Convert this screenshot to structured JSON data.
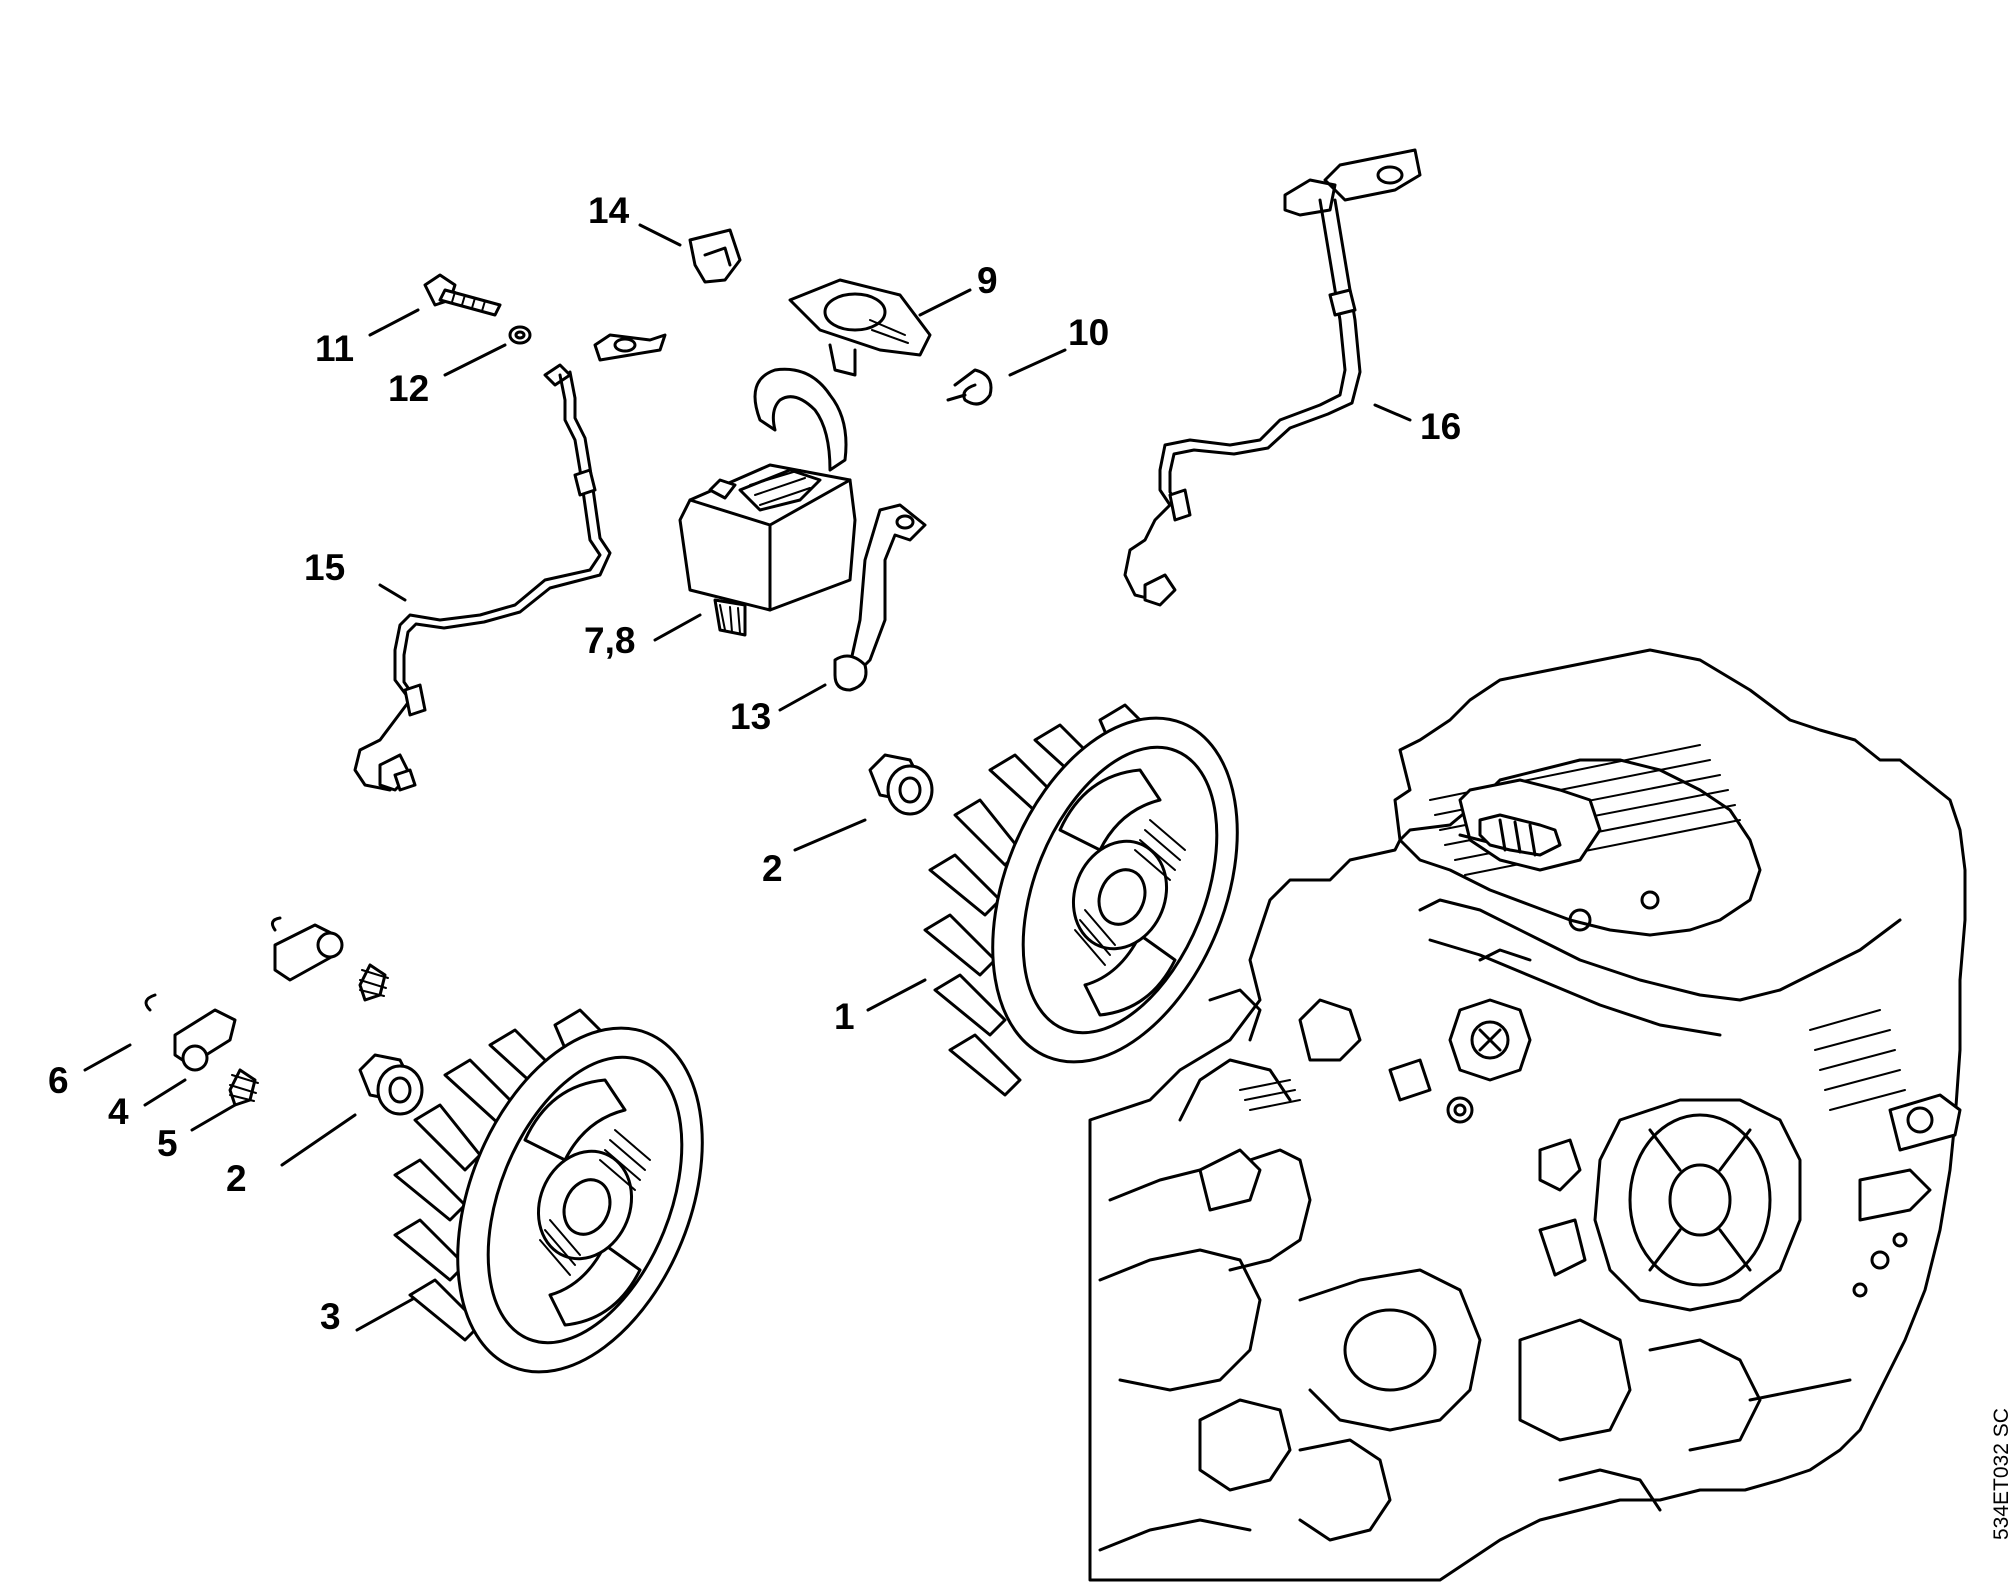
{
  "callouts": {
    "c1": "1",
    "c2a": "2",
    "c2b": "2",
    "c3": "3",
    "c4": "4",
    "c5": "5",
    "c6": "6",
    "c78": "7,8",
    "c9": "9",
    "c10": "10",
    "c11": "11",
    "c12": "12",
    "c13": "13",
    "c14": "14",
    "c15": "15",
    "c16": "16"
  },
  "reference_code": "534ET032 SC"
}
